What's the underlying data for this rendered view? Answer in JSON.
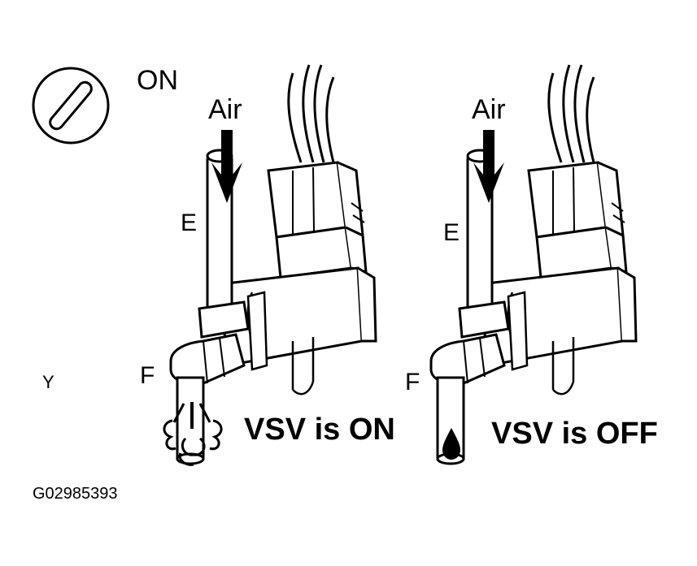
{
  "ignition": {
    "state_label": "ON"
  },
  "left_panel": {
    "air_label": "Air",
    "port_e_label": "E",
    "port_f_label": "F",
    "status_label": "VSV is ON"
  },
  "right_panel": {
    "air_label": "Air",
    "port_e_label": "E",
    "port_f_label": "F",
    "status_label": "VSV is OFF"
  },
  "corner_letter": "Y",
  "figure_code": "G02985393",
  "colors": {
    "ink": "#000000",
    "paper": "#ffffff"
  },
  "icons": [
    "ignition-switch-icon",
    "air-arrow-icon",
    "vsv-valve-icon",
    "air-puff-icon",
    "drip-icon"
  ]
}
